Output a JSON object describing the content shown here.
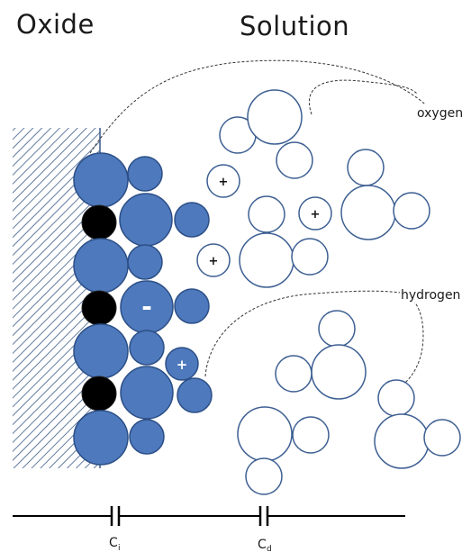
{
  "titles": {
    "left": "Oxide",
    "right": "Solution"
  },
  "labels": {
    "oxygen": "oxygen",
    "hydrogen": "hydrogen"
  },
  "capacitors": {
    "inner": {
      "main": "C",
      "sub": "i"
    },
    "diffuse": {
      "main": "C",
      "sub": "d"
    }
  },
  "signs": {
    "plus": "+",
    "minus": "-"
  },
  "colors": {
    "adsorbed_ion": "#4e79bd",
    "adsorbed_ion_stroke": "#2c4f86",
    "surface_site": "#000000",
    "water_stroke": "#3d5f92",
    "hatch": "#3a5a88"
  }
}
